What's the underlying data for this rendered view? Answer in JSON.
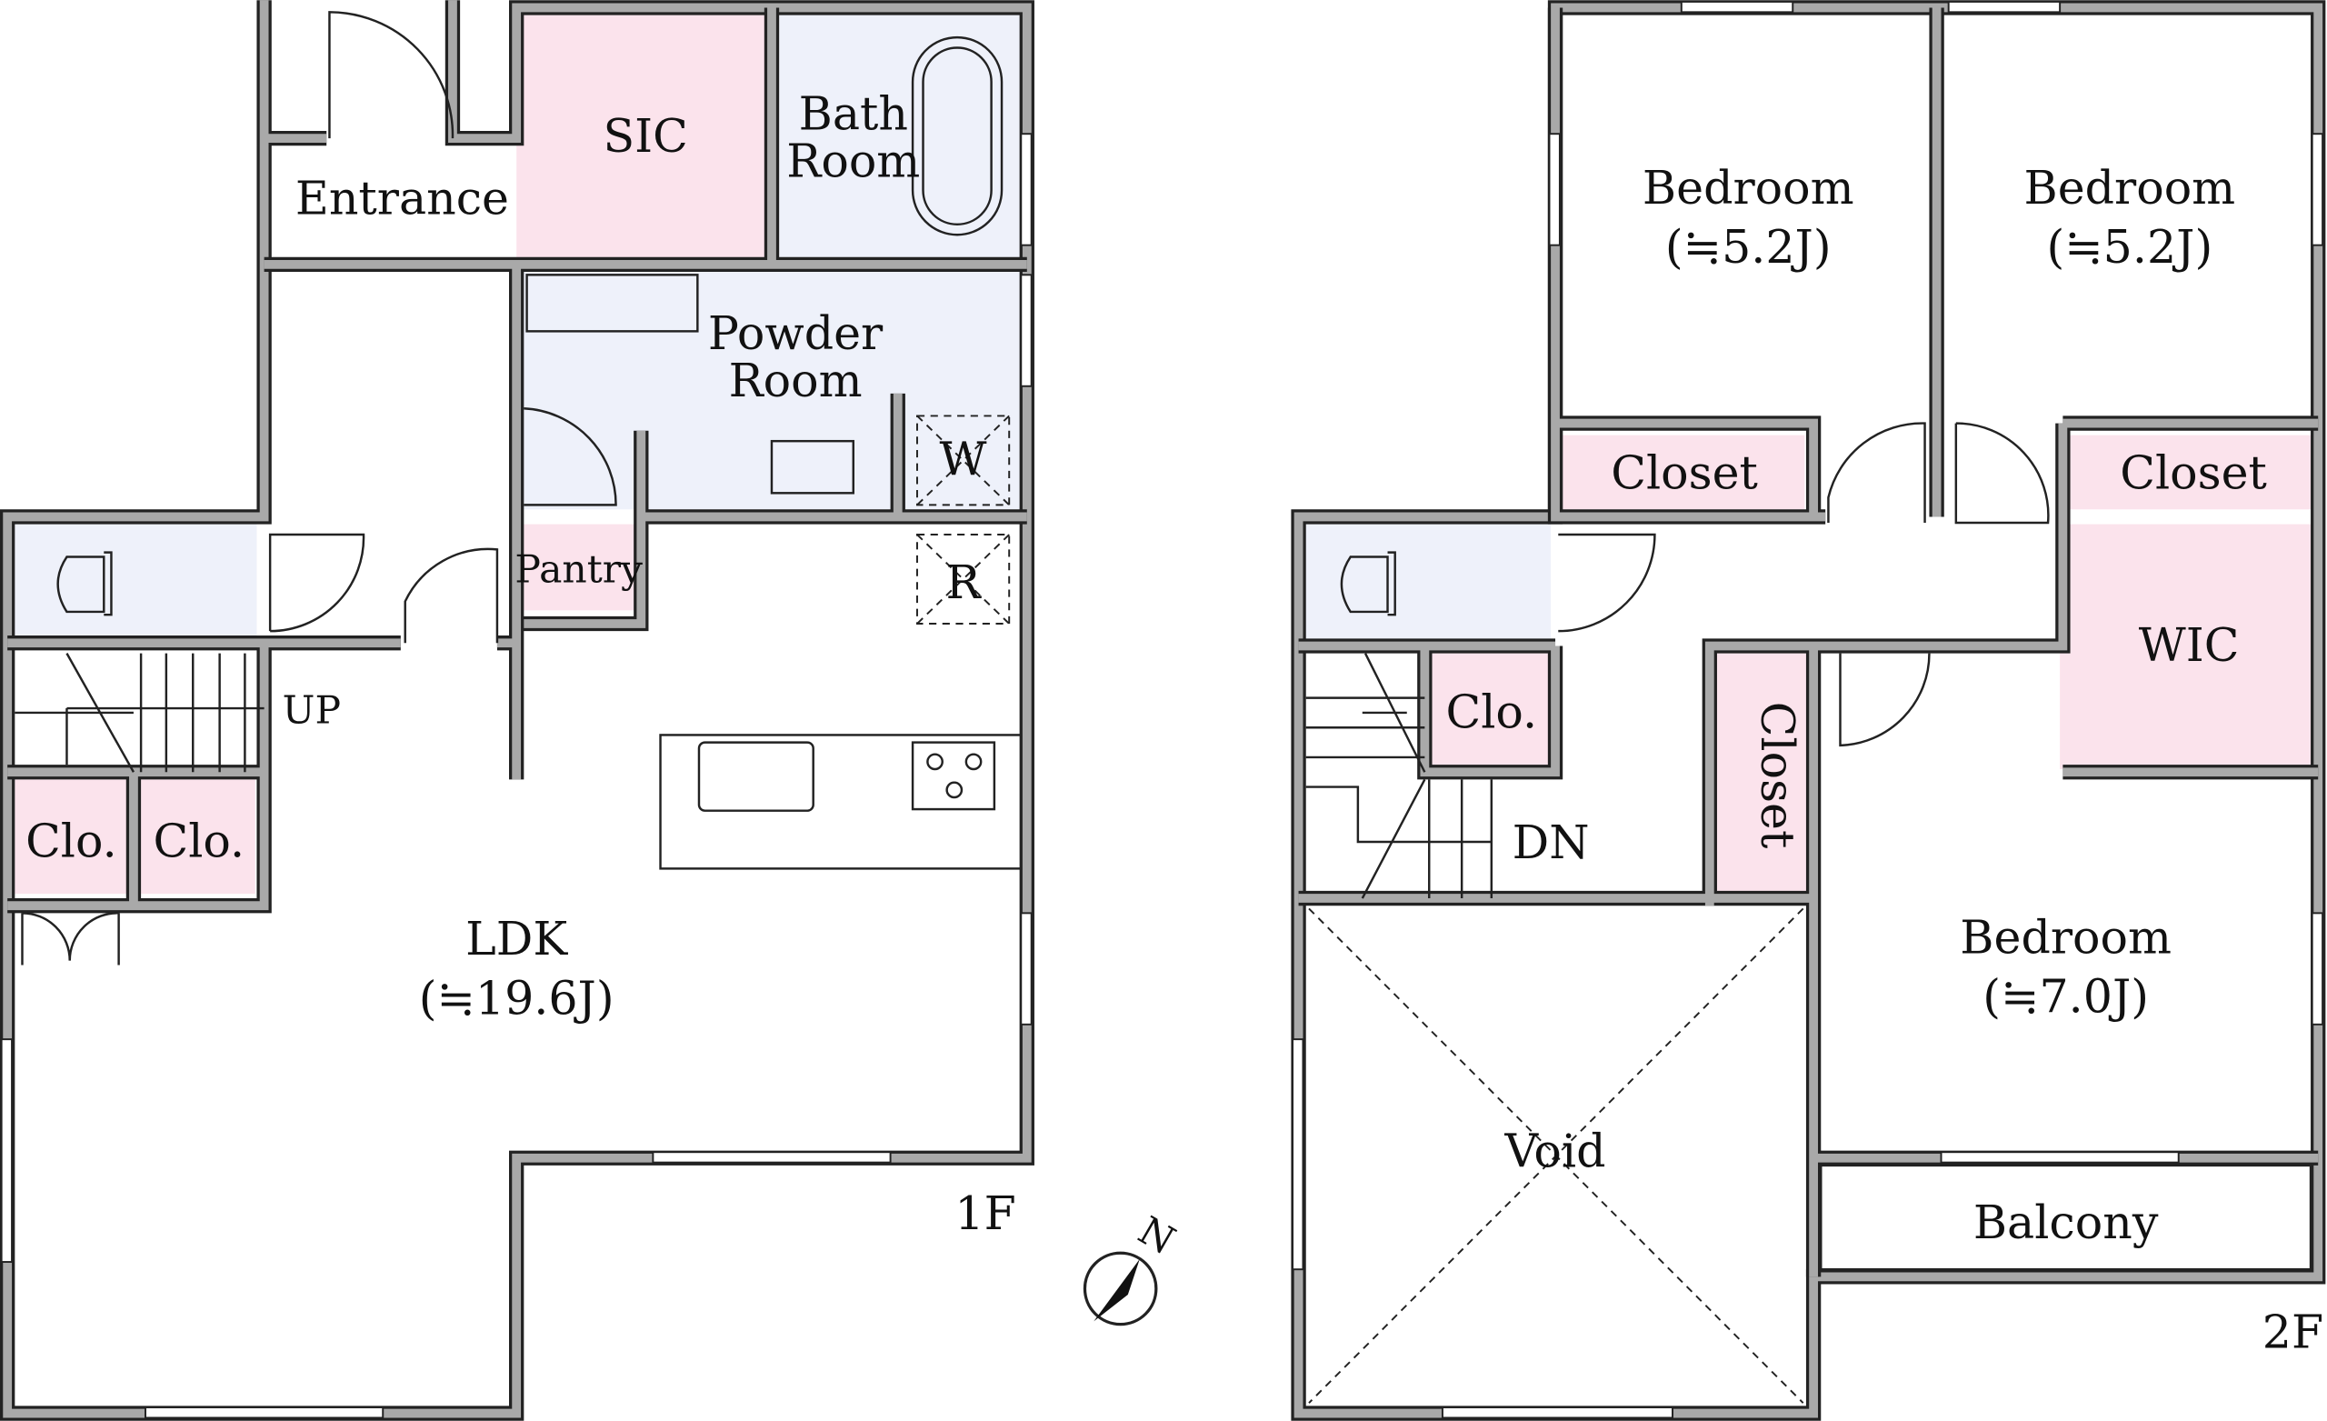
{
  "floor1": {
    "label": "1F",
    "rooms": {
      "entrance": "Entrance",
      "sic": "SIC",
      "bath_line1": "Bath",
      "bath_line2": "Room",
      "powder_line1": "Powder",
      "powder_line2": "Room",
      "washer": "W",
      "fridge": "R",
      "pantry": "Pantry",
      "stairs": "UP",
      "closet_a": "Clo.",
      "closet_b": "Clo.",
      "ldk": "LDK",
      "ldk_size": "(≒19.6J)"
    }
  },
  "floor2": {
    "label": "2F",
    "rooms": {
      "bedroom1": "Bedroom",
      "bedroom1_size": "(≒5.2J)",
      "bedroom2": "Bedroom",
      "bedroom2_size": "(≒5.2J)",
      "closet1": "Closet",
      "closet2": "Closet",
      "wic": "WIC",
      "closet_small": "Clo.",
      "closet_vertical": "Closet",
      "stairs": "DN",
      "bedroom3": "Bedroom",
      "bedroom3_size": "(≒7.0J)",
      "void": "Void",
      "balcony": "Balcony"
    }
  },
  "compass": {
    "label": "N"
  },
  "colors": {
    "storage": "#fbe3ec",
    "wet_area": "#eef1fa",
    "wall": "#a9a9a9"
  }
}
